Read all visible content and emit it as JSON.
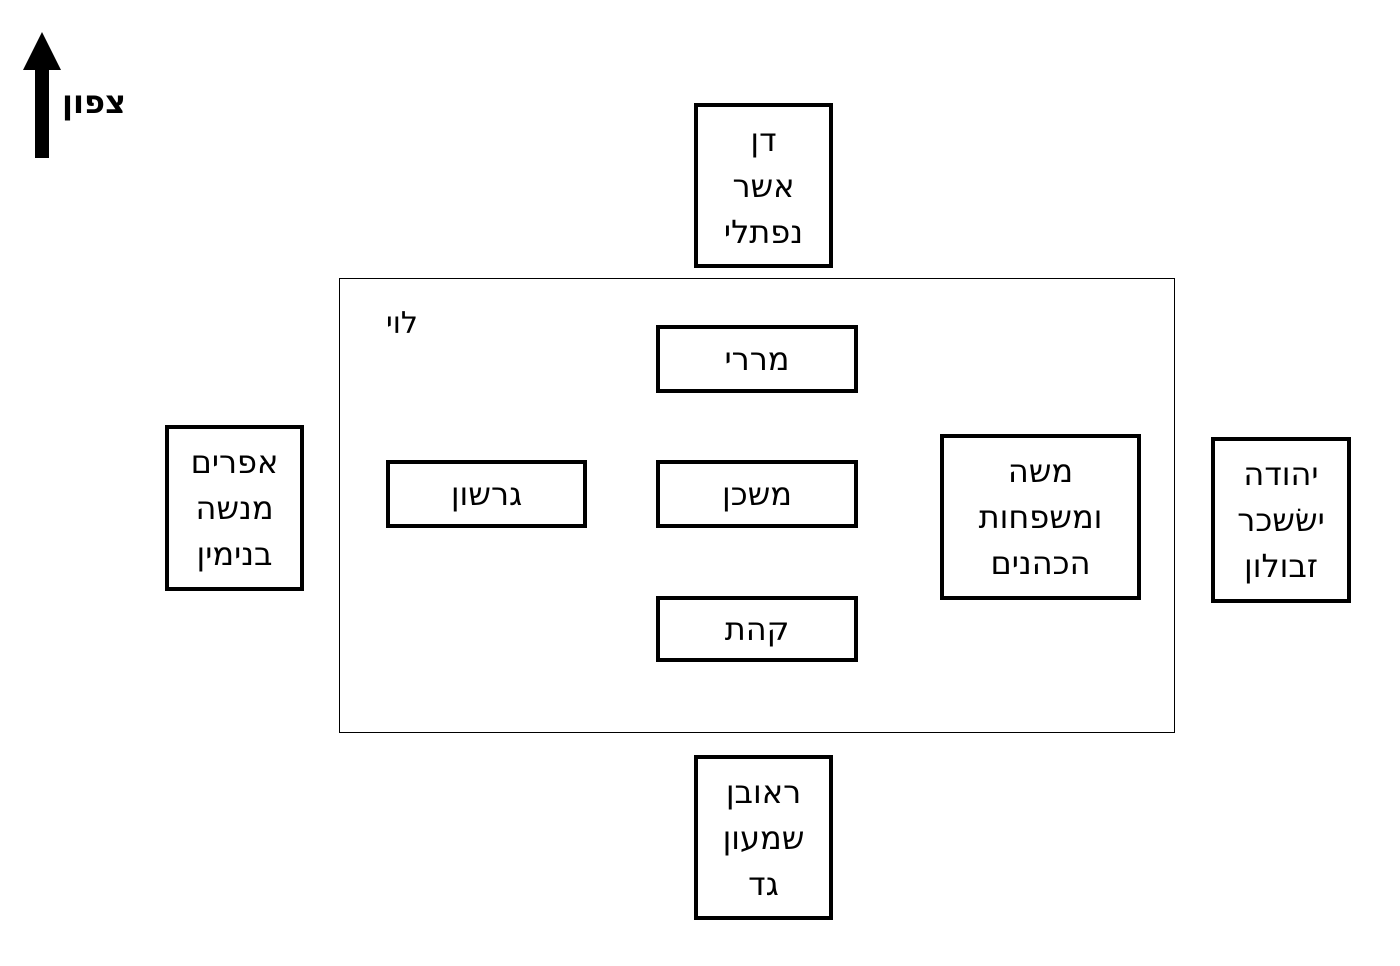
{
  "compass": {
    "label": "צפון",
    "arrow_icon": "north-arrow-icon"
  },
  "levi": {
    "label": "לוי"
  },
  "north_camp": {
    "tribes": [
      "דן",
      "אשר",
      "נפתלי"
    ]
  },
  "south_camp": {
    "tribes": [
      "ראובן",
      "שמעון",
      "גד"
    ]
  },
  "west_camp": {
    "tribes": [
      "אפרים",
      "מנשה",
      "בנימין"
    ]
  },
  "east_camp": {
    "tribes": [
      "יהודה",
      "ישׂשכר",
      "זבולון"
    ]
  },
  "inner": {
    "merari": "מררי",
    "mishkan": "משכן",
    "kehat": "קהת",
    "gershon": "גרשון",
    "moshe": [
      "משה",
      "ומשפחות",
      "הכהנים"
    ]
  }
}
